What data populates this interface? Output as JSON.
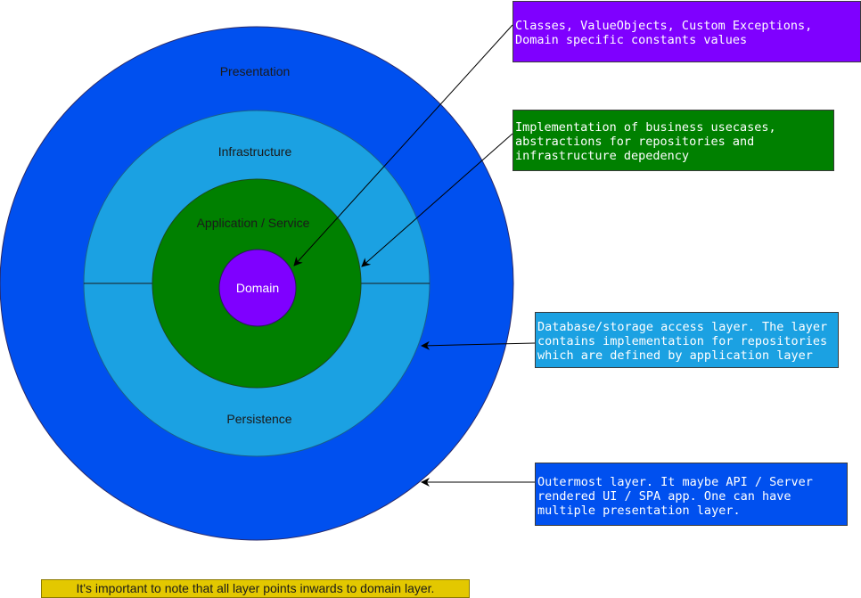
{
  "layers": {
    "presentation": "Presentation",
    "infrastructure": "Infrastructure",
    "persistence": "Persistence",
    "application": "Application / Service",
    "domain": "Domain"
  },
  "annotations": {
    "domain": "Classes, ValueObjects, Custom Exceptions, Domain specific constants values",
    "application": "Implementation of business usecases, abstractions for repositories and infrastructure depedency",
    "infrastructure": "Database/storage access layer. The layer contains implementation for repositories which are defined by application layer",
    "presentation": "Outermost layer. It maybe API / Server rendered UI / SPA app. One can have multiple presentation layer."
  },
  "note": "It's important to note that all layer points inwards to domain layer.",
  "colors": {
    "presentation": "#0050ef",
    "infrastructure": "#1ba1e2",
    "application": "#008000",
    "domain": "#7f00ff",
    "note": "#e3c800"
  }
}
